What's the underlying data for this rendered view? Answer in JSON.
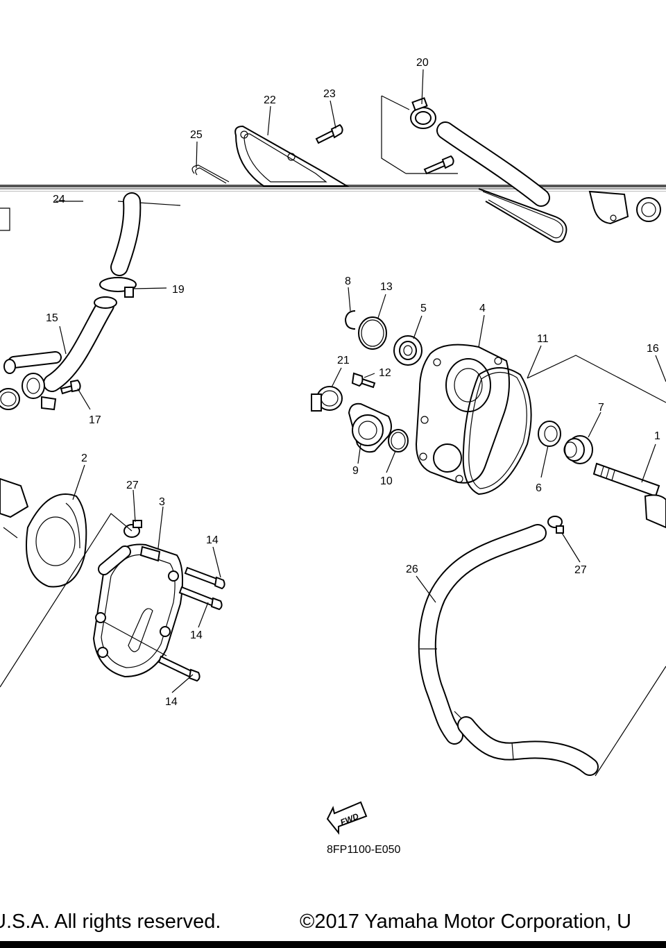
{
  "callouts": [
    "20",
    "22",
    "23",
    "25",
    "24",
    "19",
    "15",
    "17",
    "8",
    "13",
    "5",
    "4",
    "11",
    "16",
    "21",
    "12",
    "7",
    "1",
    "9",
    "10",
    "6",
    "2",
    "27",
    "3",
    "14",
    "14",
    "14",
    "26",
    "27"
  ],
  "fwd_label": "FWD",
  "diagram_code": "8FP1100-E050",
  "footer": {
    "left": "U.S.A. All rights reserved.",
    "right": "©2017 Yamaha Motor Corporation, U"
  }
}
